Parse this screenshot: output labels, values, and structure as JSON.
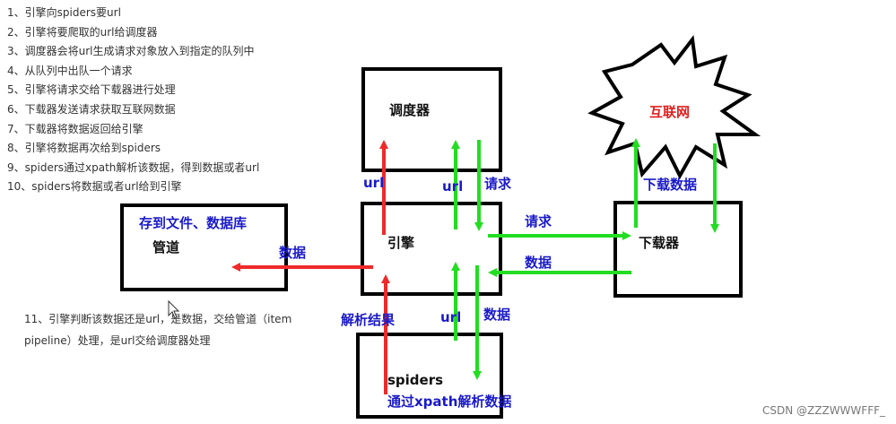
{
  "steps": [
    "1、引擎向spiders要url",
    "2、引擎将要爬取的url给调度器",
    "3、调度器会将url生成请求对象放入到指定的队列中",
    "4、从队列中出队一个请求",
    "5、引擎将请求交给下载器进行处理",
    "6、下载器发送请求获取互联网数据",
    "7、下载器将数据返回给引擎",
    "8、引擎将数据再次给到spiders",
    "9、spiders通过xpath解析该数据，得到数据或者url",
    "10、spiders将数据或者url给到引擎"
  ],
  "step11": "11、引擎判断该数据还是url，是数据，交给管道（item pipeline）处理，是url交给调度器处理",
  "boxes": {
    "scheduler": "调度器",
    "engine": "引擎",
    "downloader": "下载器",
    "pipeline": "管道",
    "spiders": "spiders"
  },
  "cloud_label": "互联网",
  "labels": {
    "url_left": "url",
    "url_mid": "url",
    "request_up": "请求",
    "request_right": "请求",
    "data_back": "数据",
    "download_data": "下载数据",
    "store": "存到文件、数据库",
    "data_pipeline": "数据",
    "parse_result": "解析结果",
    "url_bottom": "url",
    "data_bottom": "数据",
    "xpath": "通过xpath解析数据"
  },
  "watermark": "CSDN @ZZZWWWFFF_",
  "colors": {
    "red": "#ee2a2a",
    "green": "#22dd22",
    "blue": "#1a1ac8"
  }
}
